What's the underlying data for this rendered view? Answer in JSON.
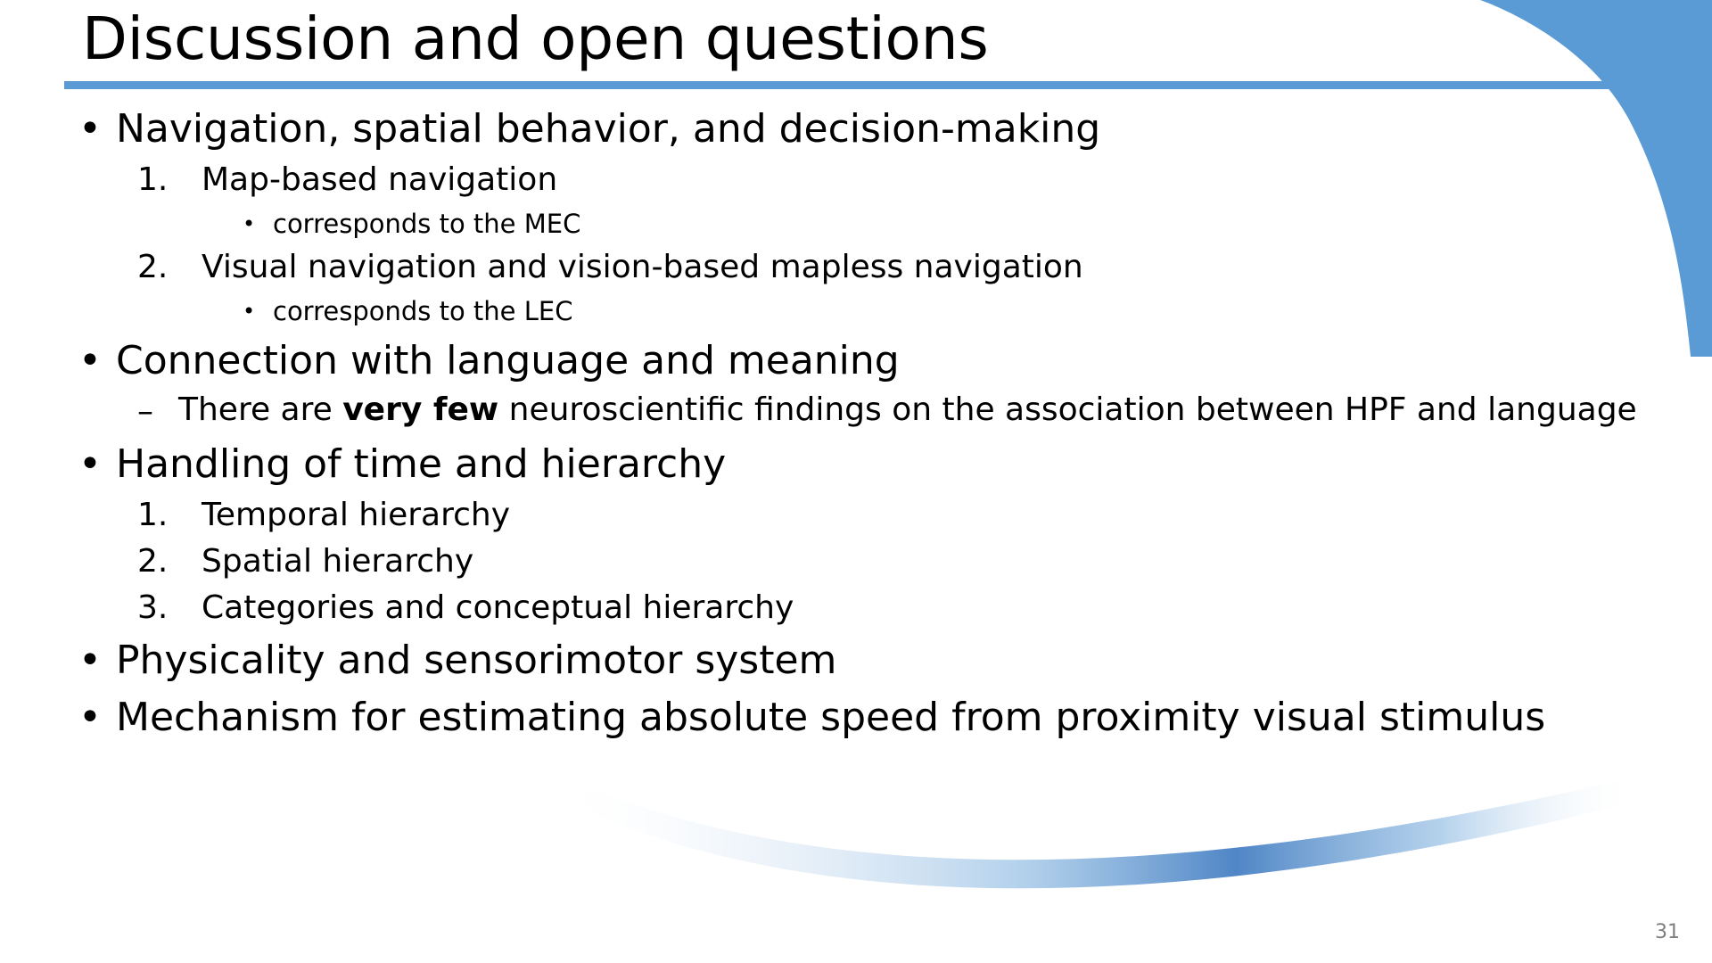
{
  "slide": {
    "title": "Discussion and open questions",
    "page_number": "31",
    "accent_color": "#5B9BD5",
    "background_color": "#FFFFFF",
    "text_color": "#000000"
  },
  "icons": {
    "bullet_round": "•",
    "bullet_small": "•",
    "dash": "–"
  },
  "content": [
    {
      "level": 1,
      "marker": "•",
      "text": "Navigation, spatial behavior, and decision-making"
    },
    {
      "level": 2,
      "marker": "1.",
      "text": "Map-based navigation"
    },
    {
      "level": 3,
      "marker": "•",
      "text": "corresponds to the MEC"
    },
    {
      "level": 2,
      "marker": "2.",
      "text": "Visual navigation and vision-based mapless navigation"
    },
    {
      "level": 3,
      "marker": "•",
      "text": "corresponds to the LEC"
    },
    {
      "level": 1,
      "marker": "•",
      "text": "Connection with language and meaning"
    },
    {
      "level": 2,
      "marker": "–",
      "style": "dash",
      "text_prefix": "There are ",
      "text_bold": "very few",
      "text_suffix": " neuroscientific findings on the association between HPF and language"
    },
    {
      "level": 1,
      "marker": "•",
      "text": "Handling of time and hierarchy"
    },
    {
      "level": 2,
      "marker": "1.",
      "text": "Temporal hierarchy"
    },
    {
      "level": 2,
      "marker": "2.",
      "text": "Spatial hierarchy"
    },
    {
      "level": 2,
      "marker": "3.",
      "text": "Categories and conceptual hierarchy"
    },
    {
      "level": 1,
      "marker": "•",
      "text": "Physicality and sensorimotor system"
    },
    {
      "level": 1,
      "marker": "•",
      "text": "Mechanism for estimating absolute speed from proximity visual stimulus"
    }
  ]
}
